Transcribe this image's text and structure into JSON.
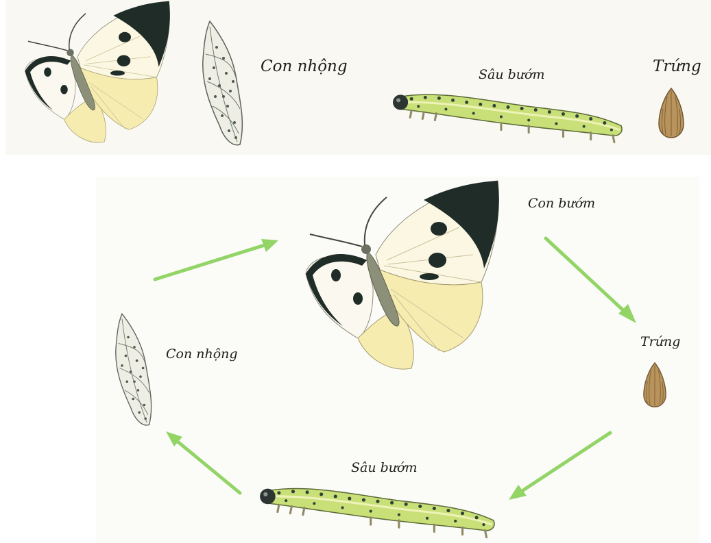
{
  "top_row": {
    "pupa_label": "Con nhộng",
    "caterpillar_label": "Sâu bướm",
    "egg_label": "Trứng"
  },
  "cycle": {
    "butterfly_label": "Con bướm",
    "egg_label": "Trứng",
    "caterpillar_label": "Sâu bướm",
    "pupa_label": "Con nhộng"
  },
  "colors": {
    "arrow": "#93d466",
    "wing_light": "#fbf7e2",
    "wing_yellow": "#f7ecb0",
    "wing_tip": "#1f2c27",
    "caterpillar_body": "#c9df78",
    "egg": "#b9935c"
  }
}
